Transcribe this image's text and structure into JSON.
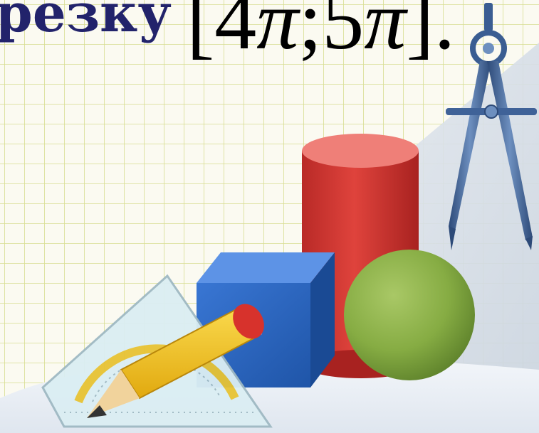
{
  "slide": {
    "title_fragment": "резку",
    "formula": {
      "open_bracket": "[",
      "lower_coefficient": "4",
      "lower_symbol": "π",
      "separator": ";",
      "upper_coefficient": "5",
      "upper_symbol": "π",
      "close_bracket": "]",
      "terminator": "."
    }
  },
  "colors": {
    "title_text": "#22236b",
    "formula_text": "#000000",
    "grid_background": "#fbfaf1",
    "grid_line": "#cfd77a",
    "cylinder": "#d83a35",
    "cube": "#2d66c0",
    "sphere": "#86ac43",
    "pencil_body": "#f2c21d",
    "pencil_eraser": "#d7322c",
    "compass": "#3a5d92",
    "protractor": "#cfe7ee"
  },
  "illustration": {
    "objects": [
      "compass-icon",
      "cylinder-icon",
      "cube-icon",
      "sphere-icon",
      "pencil-icon",
      "protractor-triangle-icon"
    ]
  }
}
